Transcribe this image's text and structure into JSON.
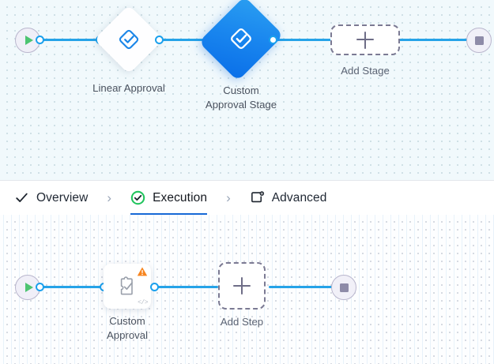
{
  "stage_canvas": {
    "name": "stage-designer-canvas",
    "start_node": {
      "icon": "play-icon",
      "title": "Start"
    },
    "end_node": {
      "icon": "stop-icon",
      "title": "End"
    },
    "nodes": [
      {
        "id": "linear-approval",
        "label": "Linear Approval",
        "icon": "approval-diamond-icon",
        "selected": false
      },
      {
        "id": "custom-approval-stage",
        "label": "Custom\nApproval Stage",
        "icon": "approval-diamond-icon",
        "selected": true
      }
    ],
    "placeholder": {
      "label": "Add Stage",
      "icon": "plus-icon"
    }
  },
  "tabs": {
    "separator": "›",
    "items": [
      {
        "id": "overview",
        "label": "Overview",
        "icon": "check-icon",
        "active": false
      },
      {
        "id": "execution",
        "label": "Execution",
        "icon": "check-circle-icon",
        "active": true
      },
      {
        "id": "advanced",
        "label": "Advanced",
        "icon": "window-gear-icon",
        "active": false
      }
    ]
  },
  "step_canvas": {
    "name": "step-designer-canvas",
    "start_node": {
      "icon": "play-icon",
      "title": "Start"
    },
    "end_node": {
      "icon": "stop-icon",
      "title": "End"
    },
    "nodes": [
      {
        "id": "custom-approval",
        "label": "Custom\nApproval",
        "icon": "puzzle-check-icon",
        "warning": true,
        "code_badge": "</>"
      }
    ],
    "placeholder": {
      "label": "Add Step",
      "icon": "plus-icon"
    }
  },
  "colors": {
    "wire": "#26a3e8",
    "port_stroke": "#1aa0ed",
    "selected_node": "#1a87ef",
    "active_tab_underline": "#1769d6",
    "success": "#21c45d",
    "warning": "#f7851f",
    "terminal_fill": "#f0eff8",
    "canvas_top_bg": "#f1f9fc",
    "canvas_bottom_bg": "#fdfeff"
  }
}
